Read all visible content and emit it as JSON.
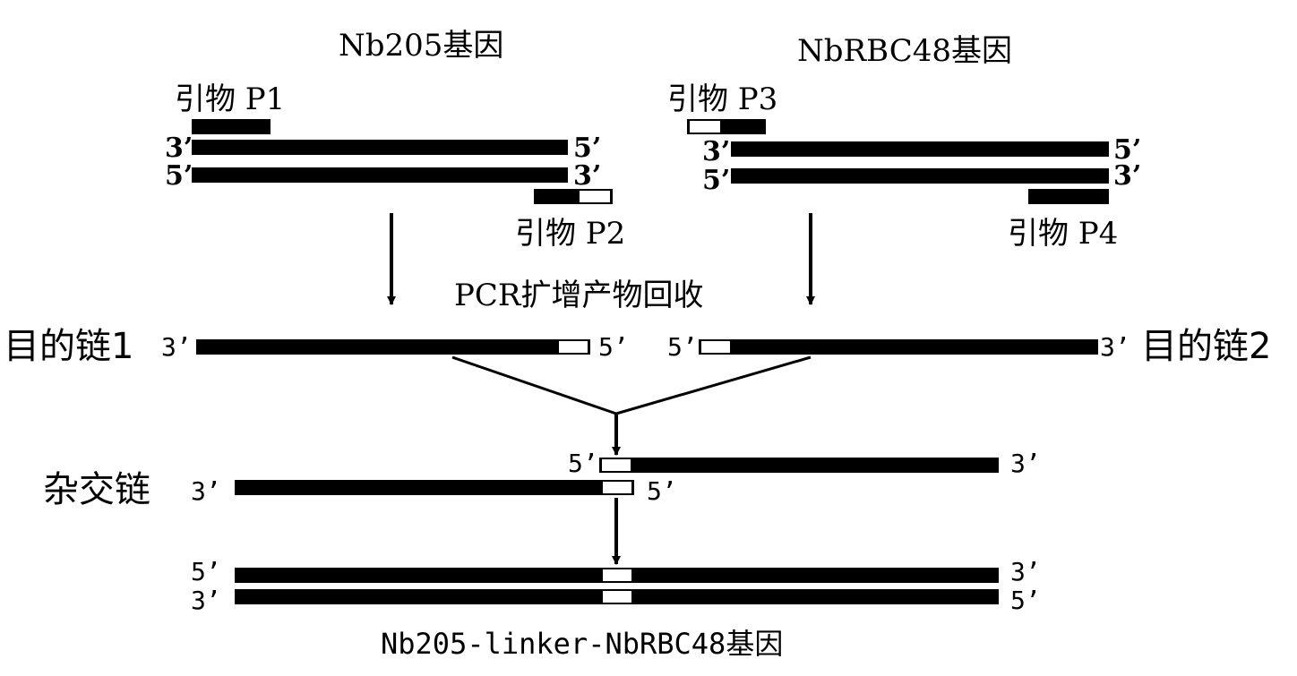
{
  "colors": {
    "strand": "#000000",
    "linker": "#ffffff",
    "background": "#ffffff"
  },
  "gene1": {
    "title": "Nb205基因",
    "primer_forward": "引物 P1",
    "primer_reverse": "引物 P2",
    "top_left_end": "3’",
    "top_right_end": "5’",
    "bottom_left_end": "5’",
    "bottom_right_end": "3’"
  },
  "gene2": {
    "title": "NbRBC48基因",
    "primer_forward": "引物 P3",
    "primer_reverse": "引物 P4",
    "top_left_end": "3’",
    "top_right_end": "5’",
    "bottom_left_end": "5’",
    "bottom_right_end": "3’"
  },
  "step_label": "PCR扩增产物回收",
  "target1": {
    "label": "目的链1",
    "left_end": "3’",
    "right_end": "5’"
  },
  "target2": {
    "label": "目的链2",
    "left_end": "5’",
    "right_end": "3’"
  },
  "hybrid": {
    "label": "杂交链",
    "top_left_end": "5’",
    "top_right_end": "3’",
    "bottom_left_end": "3’",
    "bottom_right_end": "5’"
  },
  "product": {
    "title": "Nb205-linker-NbRBC48基因",
    "top_left_end": "5’",
    "top_right_end": "3’",
    "bottom_left_end": "3’",
    "bottom_right_end": "5’"
  }
}
